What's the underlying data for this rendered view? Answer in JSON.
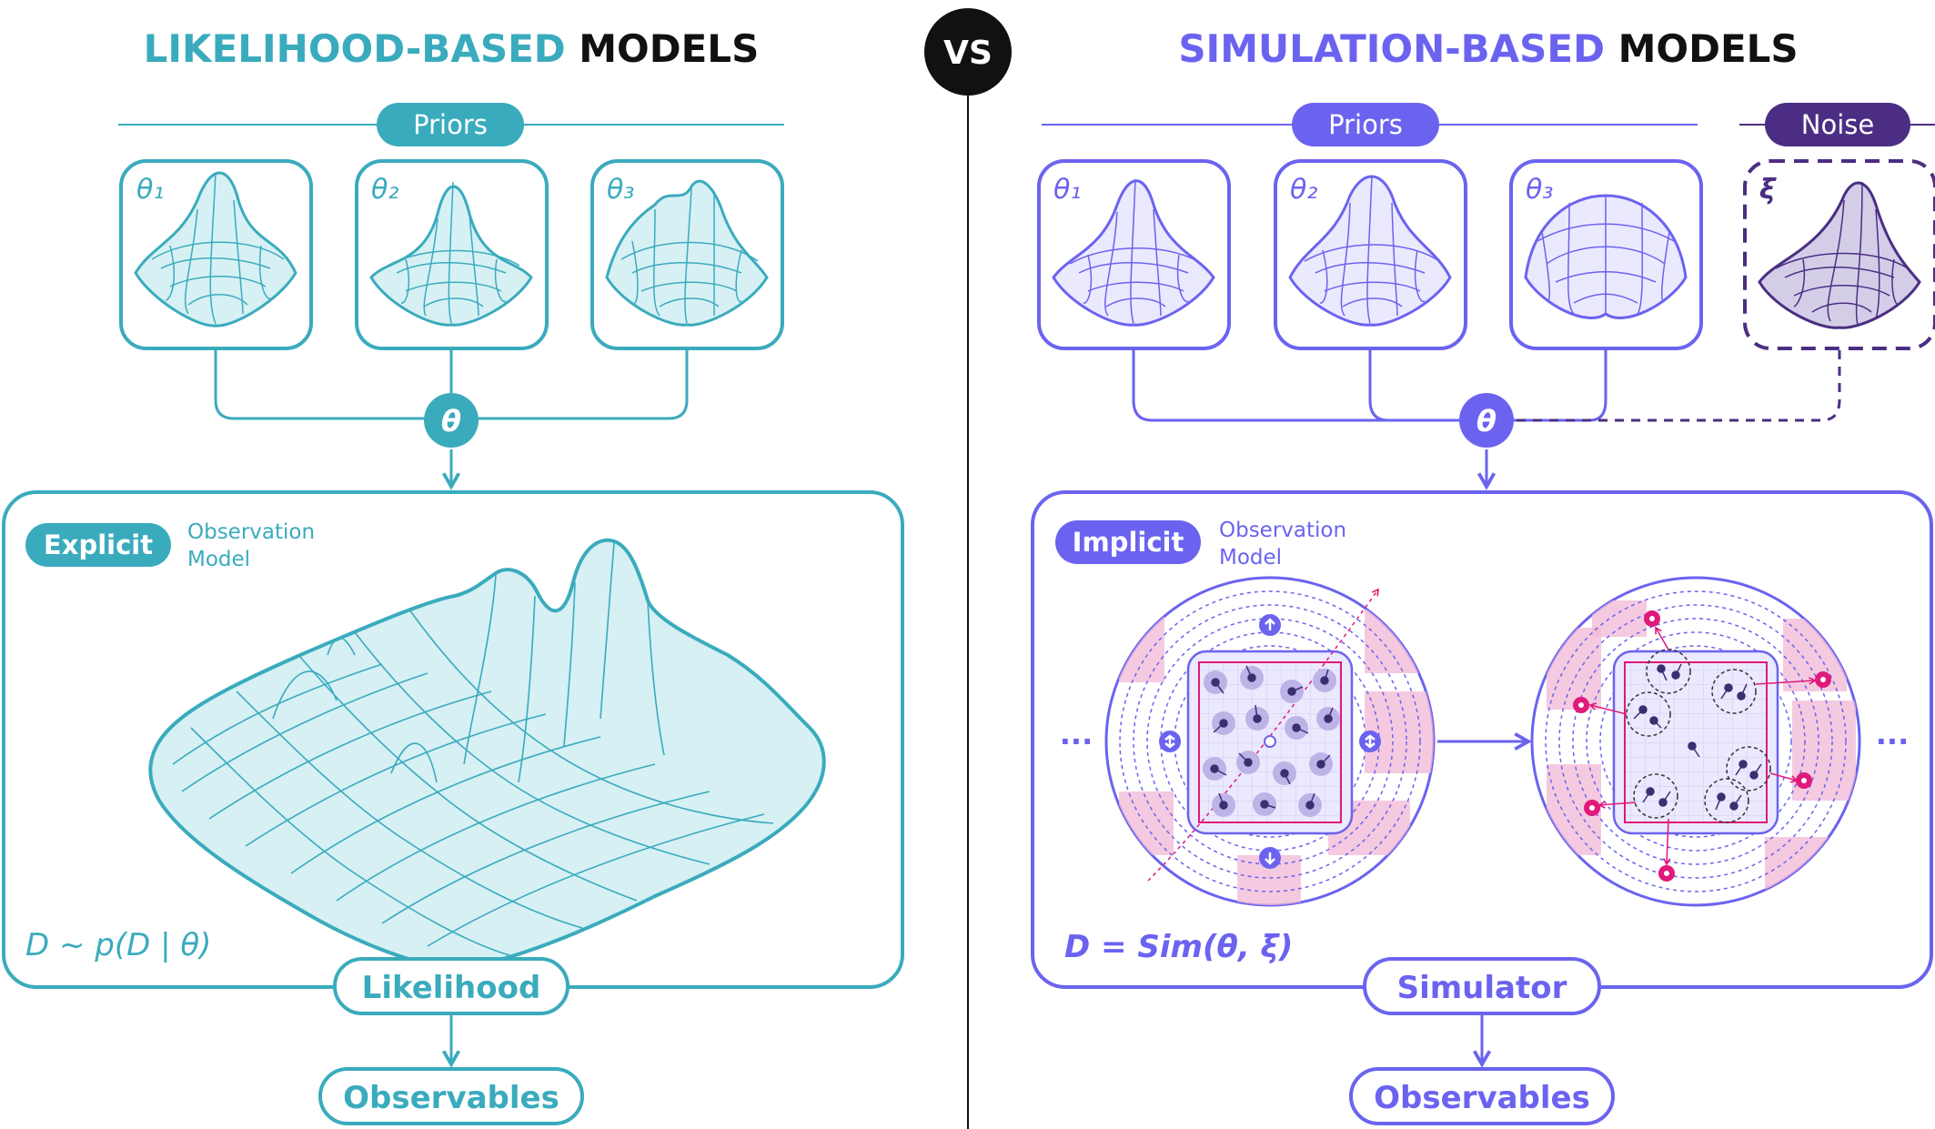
{
  "vs_label": "VS",
  "colors": {
    "teal": "#3aabbd",
    "teal_fill": "#d6f0f4",
    "purple": "#6b63f0",
    "purple_fill": "#ebe9fd",
    "dark_purple": "#4b2e83",
    "pink": "#f2b8d6",
    "magenta": "#e0197a",
    "black": "#111111"
  },
  "left": {
    "title_accent": "LIKELIHOOD-BASED",
    "title_rest": "MODELS",
    "priors_label": "Priors",
    "prior_symbols": [
      "θ₁",
      "θ₂",
      "θ₃"
    ],
    "theta_node": "θ",
    "model_badge": "Explicit",
    "model_caption_line1": "Observation",
    "model_caption_line2": "Model",
    "formula": "D ~ p(D | θ)",
    "output_label": "Likelihood",
    "observables_label": "Observables"
  },
  "right": {
    "title_accent": "SIMULATION-BASED",
    "title_rest": "MODELS",
    "priors_label": "Priors",
    "noise_label": "Noise",
    "prior_symbols": [
      "θ₁",
      "θ₂",
      "θ₃"
    ],
    "noise_symbol": "ξ",
    "theta_node": "θ",
    "model_badge": "Implicit",
    "model_caption_line1": "Observation",
    "model_caption_line2": "Model",
    "ellipsis_left": "...",
    "ellipsis_right": "...",
    "formula": "D = Sim(θ, ξ)",
    "output_label": "Simulator",
    "observables_label": "Observables"
  }
}
